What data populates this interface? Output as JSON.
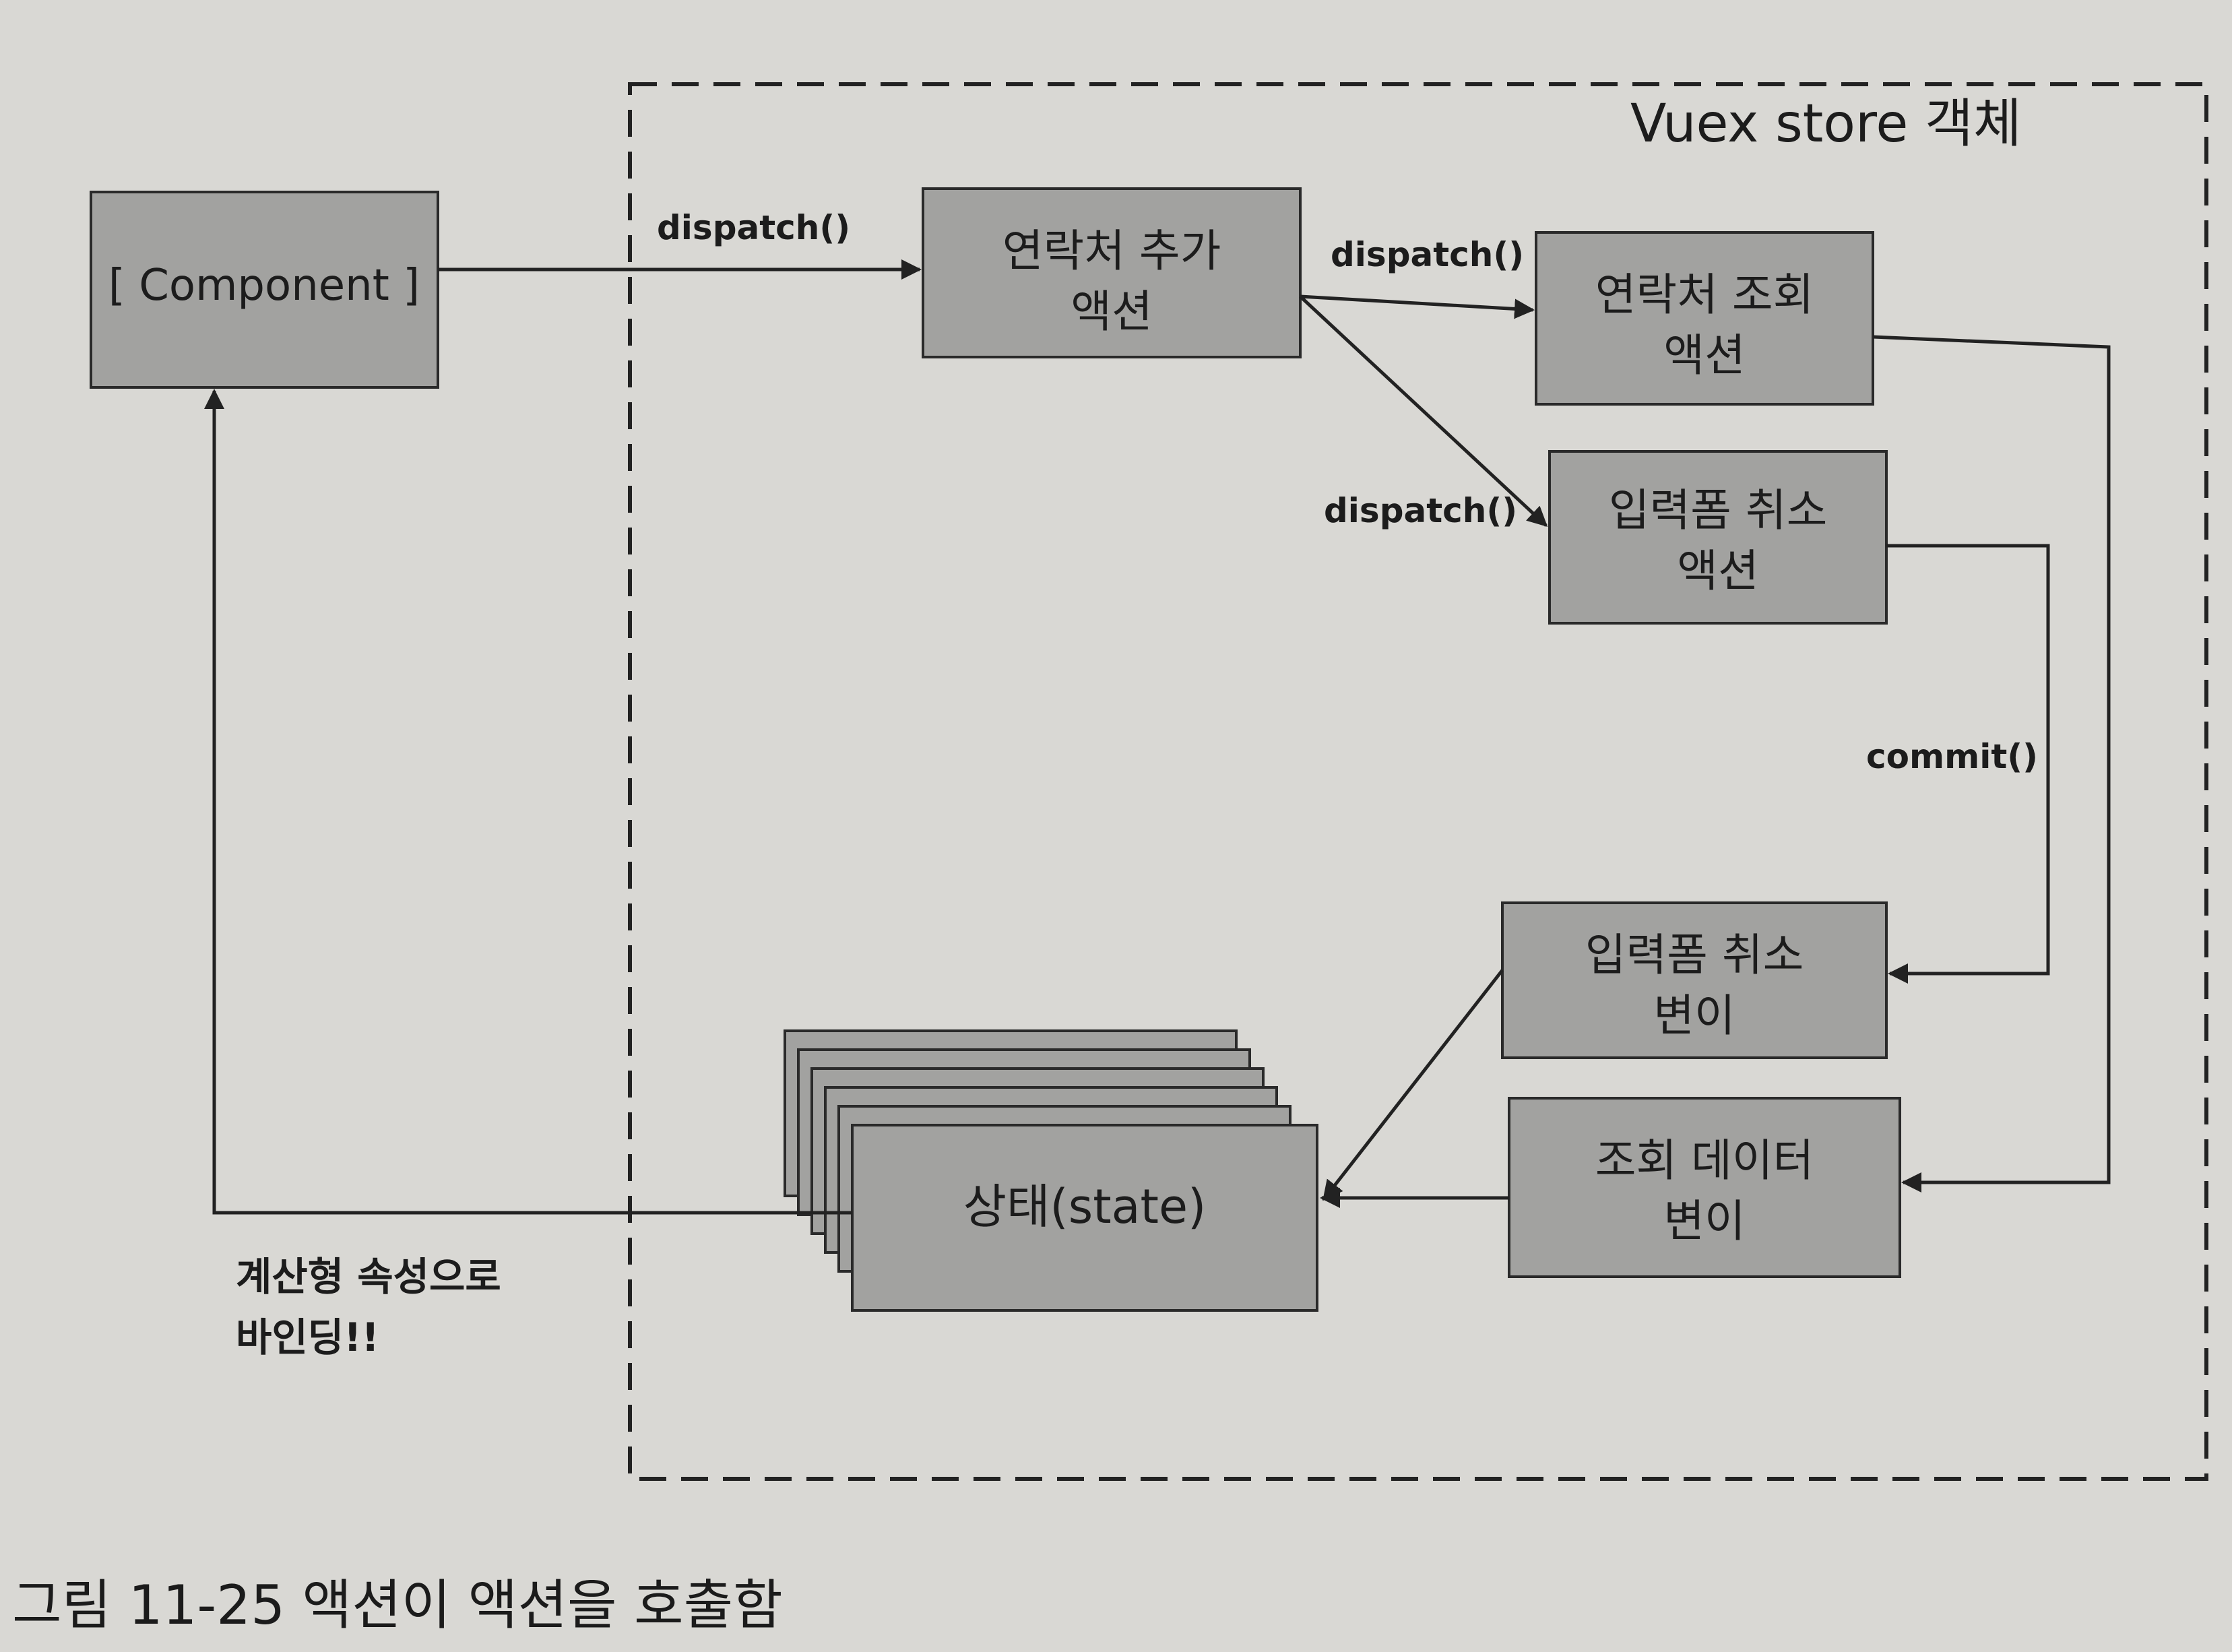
{
  "store_label": "Vuex store 객체",
  "component": {
    "label": "[ Component ]"
  },
  "actions": [
    {
      "line1": "연락처 추가",
      "line2": "액션"
    },
    {
      "line1": "연락처 조회",
      "line2": "액션"
    },
    {
      "line1": "입력폼 취소",
      "line2": "액션"
    }
  ],
  "mutations": [
    {
      "line1": "입력폼 취소",
      "line2": "변이"
    },
    {
      "line1": "조회 데이터",
      "line2": "변이"
    }
  ],
  "state": {
    "label": "상태(state)"
  },
  "edge_labels": {
    "component_dispatch": "dispatch()",
    "add_to_query_dispatch": "dispatch()",
    "add_to_cancel_dispatch": "dispatch()",
    "commit": "commit()"
  },
  "binding_note": {
    "line1": "계산형 속성으로",
    "line2": "바인딩!!"
  },
  "caption": "그림 11-25  액션이 액션을 호출함",
  "colors": {
    "box_fill": "#a2a2a0",
    "background": "#d9d8d4",
    "line": "#222222"
  }
}
